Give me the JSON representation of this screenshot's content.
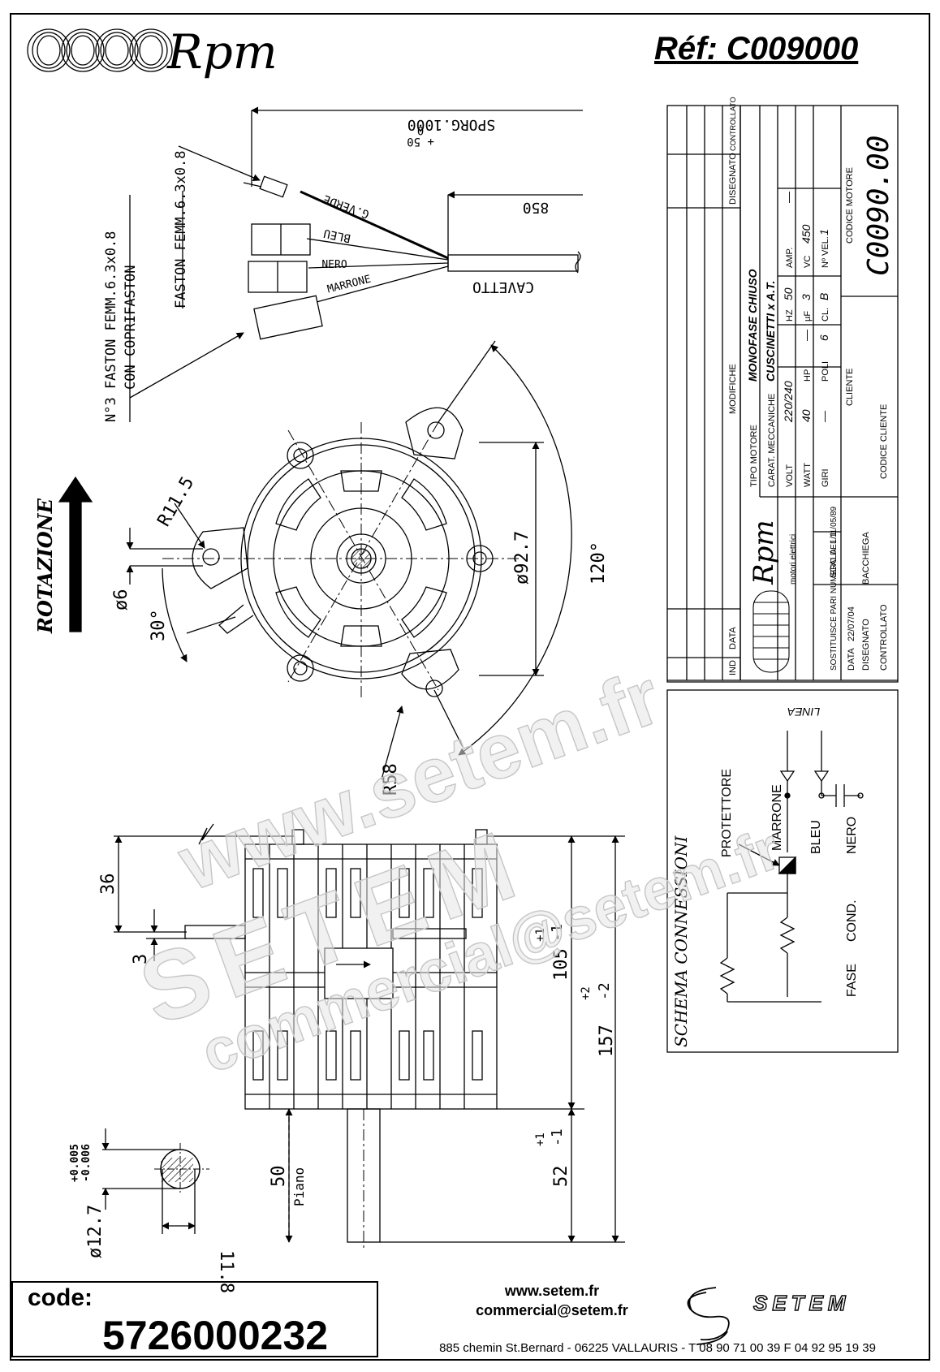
{
  "header": {
    "brand": "Rpm",
    "reference": "Réf:  C009000"
  },
  "cable": {
    "sporg": "SPORG.1000",
    "tol_plus": "+ 50",
    "tol_minus": "0",
    "len_850": "850",
    "cavetto": "CAVETTO",
    "wire_green": "G.VERDE",
    "wire_blue": "BLEU",
    "wire_black": "NERO",
    "wire_brown": "MARRONE",
    "faston_single": "FASTON FEMM.6.3x0.8",
    "faston_triple_1": "N°3 FASTON FEMM.6.3x0.8",
    "faston_triple_2": "CON COPRIFASTON"
  },
  "front_view": {
    "rotation": "ROTAZIONE",
    "r115": "R11.5",
    "d6": "ø6",
    "a30": "30°",
    "d927": "ø92.7",
    "a120": "120°",
    "r58": "R58"
  },
  "side_view": {
    "d36": "36",
    "d3": "3",
    "d105": "105",
    "d105_tol_plus": "+1",
    "d105_tol_minus": "-1",
    "d157": "157",
    "d157_tol_plus": "+2",
    "d157_tol_minus": "-2",
    "d52": "52",
    "d52_tol_plus": "+1",
    "d52_tol_minus": "-1",
    "d50": "50",
    "piano": "Piano"
  },
  "shaft": {
    "dia": "ø12.7",
    "tol_plus": "+0.005",
    "tol_minus": "-0.006",
    "flat": "11.8"
  },
  "title_block": {
    "header_cols": [
      "IND",
      "DATA",
      "MODIFICHE",
      "DISEGNATO",
      "CONTROLLATO"
    ],
    "tipo_motore_label": "TIPO MOTORE",
    "tipo_motore": "MONOFASE CHIUSO",
    "carat_label": "CARAT. MECCANICHE",
    "carat": "CUSCINETTI x A.T.",
    "volt_label": "VOLT",
    "volt": "220/240",
    "hz_label": "HZ",
    "hz": "50",
    "amp_label": "AMP.",
    "amp": "—",
    "watt_label": "WATT",
    "watt": "40",
    "hp_label": "HP",
    "hp": "—",
    "uf_label": "µF",
    "uf": "3",
    "vc_label": "VC",
    "vc": "450",
    "giri_label": "GIRI",
    "giri": "—",
    "poli_label": "POLI",
    "poli": "6",
    "cl_label": "CL.",
    "cl": "B",
    "nvel_label": "Nº VEL.",
    "nvel": "1",
    "cliente_label": "CLIENTE",
    "codice_cliente_label": "CODICE CLIENTE",
    "codice_motore_label": "CODICE MOTORE",
    "codice_motore": "C0090.00",
    "rpm_logo": "Rpm",
    "rpm_sub": "motori elettrici",
    "sostituisce": "SOSTITUISCE PARI NUMERO DEL 11/05/89",
    "scala_label": "SCALA",
    "scala": "1/1",
    "data_label": "DATA",
    "data": "22/07/04",
    "disegnato_label": "DISEGNATO",
    "disegnato": "BACCHIEGA",
    "controllato_label": "CONTROLLATO"
  },
  "schema": {
    "title": "SCHEMA CONNESSIONI",
    "linea": "LINEA",
    "protettore": "PROTETTORE",
    "marrone": "MARRONE",
    "bleu": "BLEU",
    "nero": "NERO",
    "fase": "FASE",
    "cond": "COND."
  },
  "watermark": {
    "line1": "www.setem.fr",
    "line2": "SETEM",
    "line3": "commercial@setem.fr"
  },
  "footer": {
    "code_label": "code:",
    "code_value": "5726000232",
    "web": "www.setem.fr",
    "email": "commercial@setem.fr",
    "address": "885 chemin St.Bernard  -  06225 VALLAURIS  -  T 08 90 71 00 39   F 04 92 95 19 39",
    "setem_logo": "SETEM"
  }
}
